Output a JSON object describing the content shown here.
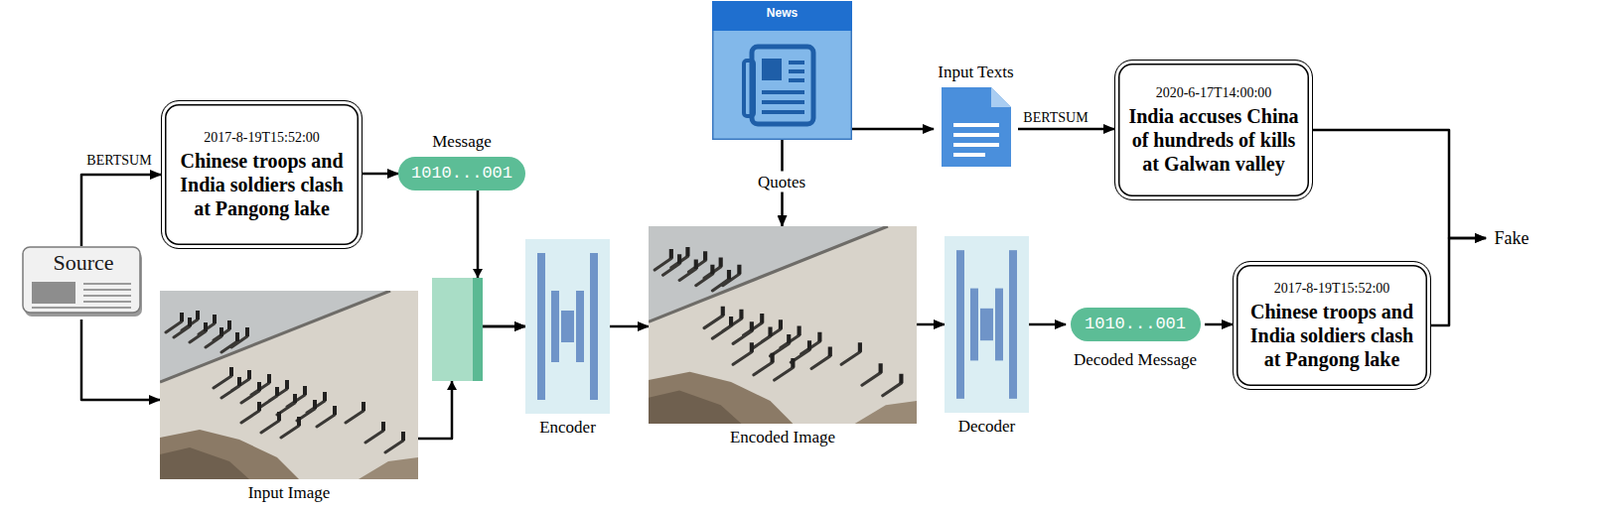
{
  "diagram": {
    "nodes": [
      {
        "text": [
          "News"
        ]
      },
      {
        "text": [
          "Input Texts"
        ]
      },
      {
        "text": [
          "2020-6-17T14:00:00",
          "India accuses China of hundreds of kills at Galwan valley"
        ]
      },
      {
        "text": [
          "2017-8-19T15:52:00",
          "Chinese troops and India soldiers clash at Pangong lake"
        ]
      },
      {
        "text": [
          "Message",
          "1010...001"
        ]
      },
      {
        "text": [
          "Source"
        ]
      },
      {
        "text": [
          "Input Image"
        ]
      },
      {
        "text": [
          "Encoder"
        ]
      },
      {
        "text": [
          "Encoded Image"
        ]
      },
      {
        "text": [
          "Decoder"
        ]
      },
      {
        "text": [
          "1010...001",
          "Decoded Message"
        ]
      },
      {
        "text": [
          "2017-8-19T15:52:00",
          "Chinese troops and India soldiers clash at Pangong lake"
        ]
      },
      {
        "text": [
          "Fake"
        ]
      }
    ],
    "edges": [
      {
        "from": 5,
        "to": 3,
        "label": "BERTSUM",
        "arrow": "to"
      },
      {
        "from": 5,
        "to": 6,
        "arrow": "to"
      },
      {
        "from": 3,
        "to": 4,
        "arrow": "to"
      },
      {
        "from": 4,
        "to": 7,
        "arrow": "to"
      },
      {
        "from": 6,
        "to": 7,
        "arrow": "to"
      },
      {
        "from": 7,
        "to": 8,
        "arrow": "to"
      },
      {
        "from": 0,
        "to": 8,
        "label": "Quotes",
        "arrow": "to"
      },
      {
        "from": 0,
        "to": 1,
        "arrow": "to"
      },
      {
        "from": 1,
        "to": 2,
        "label": "BERTSUM",
        "arrow": "to"
      },
      {
        "from": 8,
        "to": 9,
        "arrow": "to"
      },
      {
        "from": 9,
        "to": 10,
        "arrow": "to"
      },
      {
        "from": 10,
        "to": 11,
        "arrow": "to"
      },
      {
        "from": 2,
        "to": 12,
        "arrow": "to"
      },
      {
        "from": 11,
        "to": 12,
        "arrow": "to"
      }
    ]
  }
}
